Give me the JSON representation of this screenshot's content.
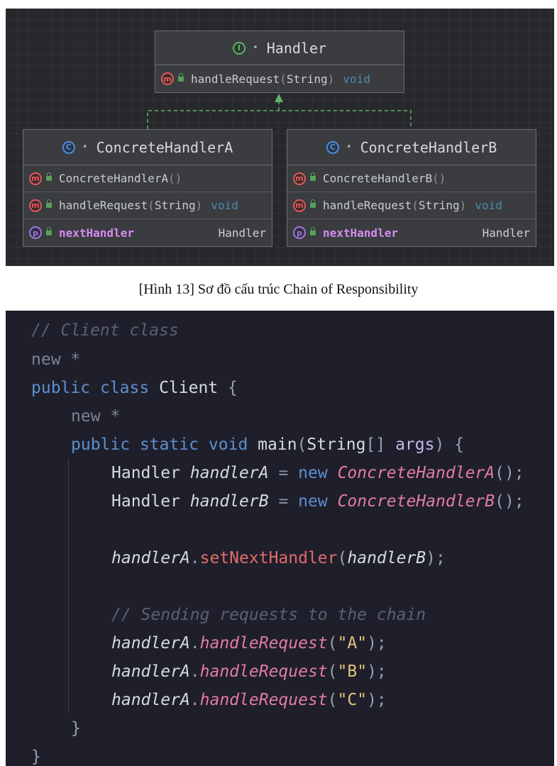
{
  "diagram": {
    "interface": {
      "badge": "I",
      "name": "Handler",
      "method_badge": "m",
      "method_name": "handleRequest",
      "method_param": "String",
      "method_return": "void"
    },
    "class_a": {
      "badge": "C",
      "name": "ConcreteHandlerA",
      "ctor": "ConcreteHandlerA",
      "method_name": "handleRequest",
      "method_param": "String",
      "method_return": "void",
      "field_badge": "p",
      "field_name": "nextHandler",
      "field_type": "Handler"
    },
    "class_b": {
      "badge": "C",
      "name": "ConcreteHandlerB",
      "ctor": "ConcreteHandlerB",
      "method_name": "handleRequest",
      "method_param": "String",
      "method_return": "void",
      "field_badge": "p",
      "field_name": "nextHandler",
      "field_type": "Handler"
    }
  },
  "caption": "[Hình 13] Sơ đồ cấu trúc Chain of Responsibility",
  "code": {
    "comment_client": "// Client class",
    "hint_new": "new *",
    "kw_public": "public",
    "kw_class": "class",
    "class_name": "Client",
    "kw_static": "static",
    "kw_void": "void",
    "main_name": "main",
    "string_type": "String",
    "args_name": "args",
    "handler_type": "Handler",
    "var_a": "handlerA",
    "var_b": "handlerB",
    "kw_new": "new",
    "cls_a": "ConcreteHandlerA",
    "cls_b": "ConcreteHandlerB",
    "set_next": "setNextHandler",
    "comment_sending": "// Sending requests to the chain",
    "handle_request": "handleRequest",
    "str_a": "\"A\"",
    "str_b": "\"B\"",
    "str_c": "\"C\""
  }
}
